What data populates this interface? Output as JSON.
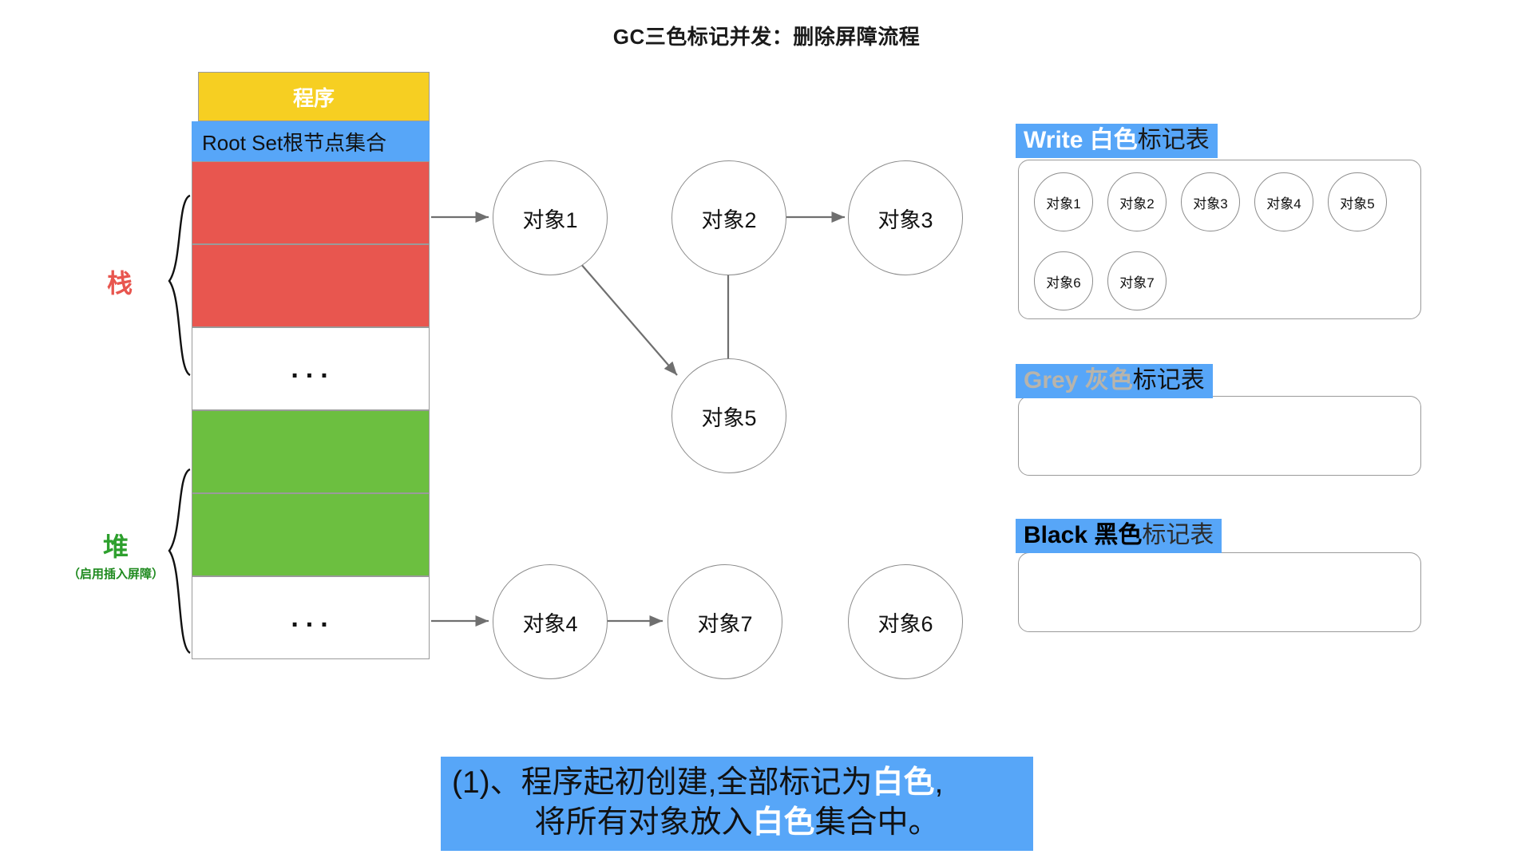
{
  "title": "GC三色标记并发：删除屏障流程",
  "memory": {
    "program_label": "程序",
    "root_set_label": "Root Set根节点集合",
    "cells": [
      {
        "kind": "red",
        "text": ""
      },
      {
        "kind": "red",
        "text": ""
      },
      {
        "kind": "blank",
        "text": "..."
      },
      {
        "kind": "green",
        "text": ""
      },
      {
        "kind": "green",
        "text": ""
      },
      {
        "kind": "blank",
        "text": "..."
      }
    ],
    "stack_label": "栈",
    "heap_label": "堆",
    "heap_sublabel": "（启用插入屏障）"
  },
  "graph": {
    "nodes": [
      {
        "id": "obj1",
        "label": "对象1"
      },
      {
        "id": "obj2",
        "label": "对象2"
      },
      {
        "id": "obj3",
        "label": "对象3"
      },
      {
        "id": "obj5",
        "label": "对象5"
      },
      {
        "id": "obj4",
        "label": "对象4"
      },
      {
        "id": "obj7",
        "label": "对象7"
      },
      {
        "id": "obj6",
        "label": "对象6"
      }
    ],
    "edges": [
      {
        "from": "rootset",
        "to": "obj1"
      },
      {
        "from": "obj1",
        "to": "obj5"
      },
      {
        "from": "obj5",
        "to": "obj2"
      },
      {
        "from": "obj2",
        "to": "obj3"
      },
      {
        "from": "heap",
        "to": "obj4"
      },
      {
        "from": "obj4",
        "to": "obj7"
      }
    ]
  },
  "tables": {
    "white": {
      "head_en": "Write ",
      "head_color": "白色",
      "head_tail": "标记表",
      "items": [
        "对象1",
        "对象2",
        "对象3",
        "对象4",
        "对象5",
        "对象6",
        "对象7"
      ]
    },
    "grey": {
      "head_en": "Grey ",
      "head_color": "灰色",
      "head_tail": "标记表",
      "items": []
    },
    "black": {
      "head_en": "Black ",
      "head_color": "黑色",
      "head_tail": "标记表",
      "items": []
    }
  },
  "caption": {
    "line1_pre": "(1)、程序起初创建,全部标记为",
    "line1_hl": "白色",
    "line1_post": ",",
    "line2_pre": "将所有对象放入",
    "line2_hl": "白色",
    "line2_post": "集合中。"
  },
  "colors": {
    "blue": "#57a6f8",
    "yellow": "#f6cf22",
    "red": "#e8564f",
    "green": "#6cbf40",
    "stroke": "#8c8c8c"
  }
}
